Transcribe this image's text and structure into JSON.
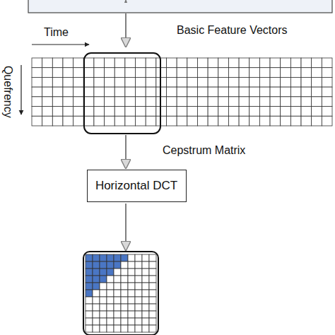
{
  "diagram": {
    "nodes": [
      {
        "text": [
          "Basic Feature Vectors",
          "Cepstrum Matrix"
        ]
      },
      {
        "text": [
          "Horizontal DCT"
        ]
      }
    ],
    "edges": [
      {
        "from": 0,
        "to": 1,
        "arrow": "to"
      }
    ],
    "labels": [
      "Time",
      "Quefrency"
    ]
  }
}
